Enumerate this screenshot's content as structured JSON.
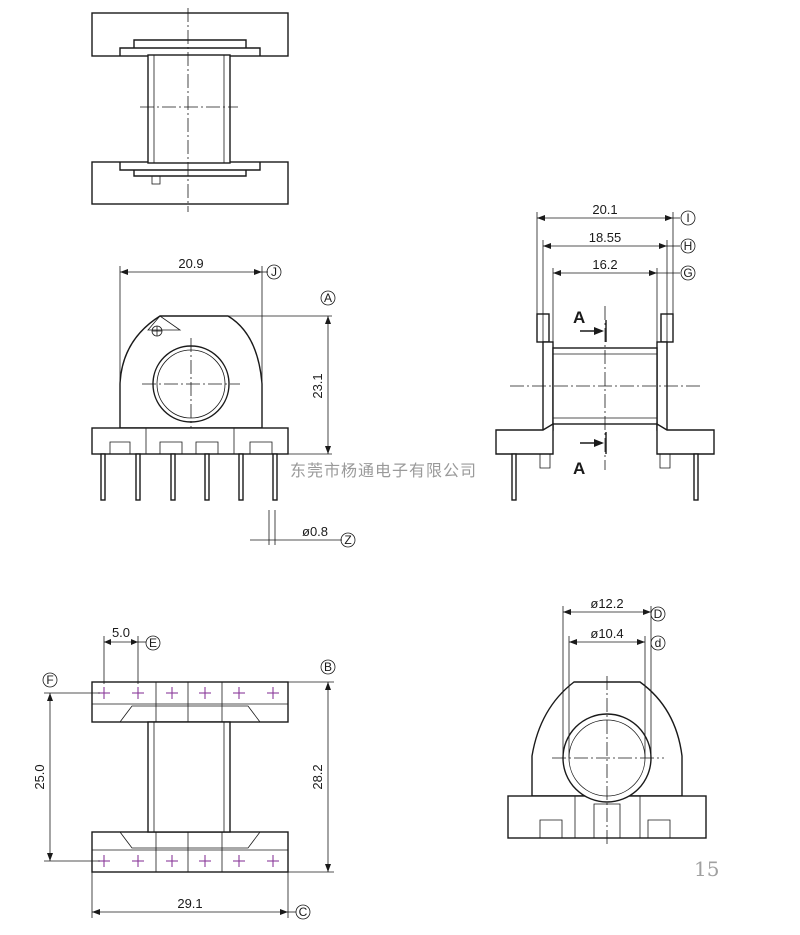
{
  "drawing": {
    "watermark": "东莞市杨通电子有限公司",
    "page_number": "15",
    "dimensions": {
      "front_width": "20.9",
      "front_height": "23.1",
      "pin_diameter": "ø0.8",
      "side_overall": "20.1",
      "side_mid": "18.55",
      "side_inner": "16.2",
      "pitch": "5.0",
      "row_spacing": "25.0",
      "flange_span": "28.2",
      "base_width": "29.1",
      "outer_diameter": "ø12.2",
      "inner_diameter": "ø10.4"
    },
    "callouts": {
      "J": "J",
      "A": "A",
      "Z": "Z",
      "I": "I",
      "H": "H",
      "G": "G",
      "E": "E",
      "F": "F",
      "B": "B",
      "C": "C",
      "D": "D",
      "d": "d"
    },
    "section_mark": "A"
  }
}
